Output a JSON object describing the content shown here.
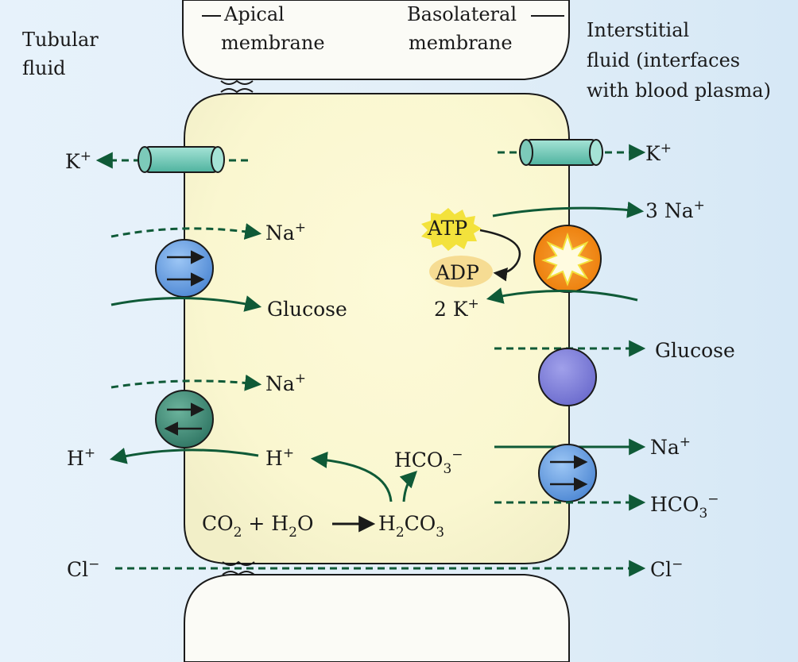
{
  "labels": {
    "tubular_fluid": [
      "Tubular",
      "fluid"
    ],
    "apical_membrane": [
      "Apical",
      "membrane"
    ],
    "basolateral_membrane": [
      "Basolateral",
      "membrane"
    ],
    "interstitial_fluid": [
      "Interstitial",
      "fluid (interfaces",
      "with blood plasma)"
    ]
  },
  "apical": {
    "potassium": "K+",
    "sodium_1": "Na+",
    "glucose": "Glucose",
    "sodium_2": "Na+",
    "hydrogen_lumen": "H+",
    "hydrogen_cell": "H+"
  },
  "basolateral": {
    "potassium": "K+",
    "sodium_pump": "3 Na+",
    "potassium_pump": "2 K+",
    "atp": "ATP",
    "adp": "ADP",
    "glucose": "Glucose",
    "sodium_cotransport": "Na+",
    "bicarbonate_out": "HCO3−"
  },
  "reaction": {
    "co2": "CO2",
    "plus": "+",
    "h2o": "H2O",
    "carbonic_acid": "H2CO3",
    "bicarbonate": "HCO3−"
  },
  "paracellular": {
    "chloride_left": "Cl−",
    "chloride_right": "Cl−"
  },
  "colors": {
    "arrow_green": "#0f5a37",
    "channel_teal": "#86d3c4",
    "cotransporter_blue": "#6aa3e0",
    "antiporter_green": "#3f8c78",
    "pump_orange": "#f08a12",
    "glucose_transporter": "#7f7fd8",
    "atp_yellow": "#f3e23c",
    "adp_tan": "#f6dc93",
    "cytoplasm": "#fbf8d2",
    "interstitial_blue": "#d8e9f7"
  }
}
